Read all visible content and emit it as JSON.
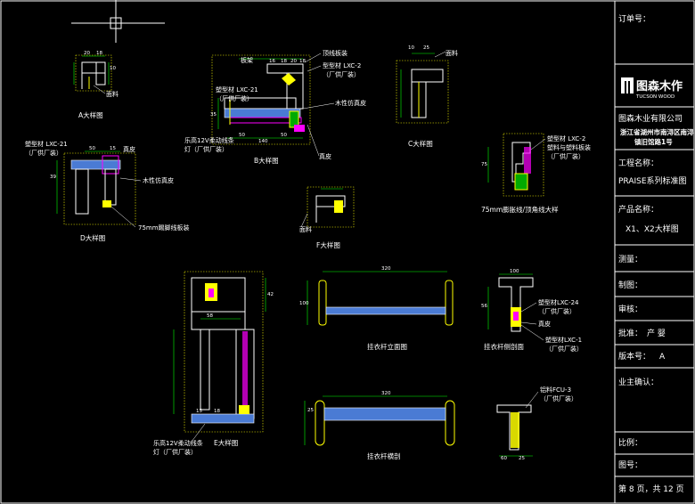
{
  "title_block": {
    "order_no_label": "订单号：",
    "logo_cn": "图森木作",
    "logo_en": "TUCSON WOOD",
    "company": "图森木业有限公司",
    "address_line1": "浙江省湖州市南浔区南浔",
    "address_line2": "镇旧馆路1号",
    "project_label": "工程名称：",
    "project_value": "PRAISE系列标准图",
    "product_label": "产品名称：",
    "product_value": "X1、X2大样图",
    "drawn_label": "测量：",
    "made_label": "制图：",
    "check_label": "审核：",
    "approve_label": "批准：",
    "approve_value": "产 婴",
    "version_label": "版本号：",
    "version_value": "A",
    "owner_label": "业主确认：",
    "scale_label": "比例：",
    "drawing_no_label": "图号：",
    "page_label": "第 8 页，共 12 页"
  },
  "captions": {
    "a": "A大样图",
    "b": "B大样图",
    "c": "C大样图",
    "d": "D大样图",
    "e": "E大样图",
    "f": "F大样图",
    "crown": "75mm膨胀线/顶角线大样",
    "rod_elev": "挂衣杆立面图",
    "rod_side": "挂衣杆侧剖面",
    "rod_plan": "挂衣杆横剖"
  },
  "notes": {
    "a_face": "面料",
    "b_strip": "顶线板装",
    "b_profile": "型型材 LXC-2",
    "b_supply": "（厂供厂装）",
    "b_veneer": "木性仿真皮",
    "b_panel": "板架",
    "b_light": "乐高12V柔动线条",
    "b_light2": "灯（厂供厂装）",
    "b_leather": "真皮",
    "b_profile2": "塑型材 LXC-21",
    "b_supply2": "（厂供厂装）",
    "c_face": "面料",
    "d_profile": "塑型材 LXC-21",
    "d_supply": "（厂供厂装）",
    "d_leather": "真皮",
    "d_veneer": "木性仿真皮",
    "d_strip": "75mm踢脚线板装",
    "f_face": "面料",
    "crown_profile": "塑型材 LXC-2",
    "crown_profile2": "塑料与塑料板装",
    "crown_supply": "（厂供厂装）",
    "e_light": "乐高12V柔动线条",
    "e_light2": "灯（厂供厂装）",
    "rod_profile": "塑型材LXC-24",
    "rod_supply": "（厂供厂装）",
    "rod_leather": "真皮",
    "rod_profile2": "塑型材LXC-1",
    "rod_supply2": "（厂供厂装）",
    "rod_profile3": "铝料FCU-3",
    "rod_supply3": "（厂供厂装）"
  },
  "dims": {
    "a1": "20",
    "a2": "18",
    "a3": "10",
    "b1": "16",
    "b2": "18",
    "b3": "20",
    "b4": "18",
    "b5": "50",
    "b6": "140",
    "b7": "50",
    "b8": "35",
    "c1": "10",
    "c2": "25",
    "d1": "50",
    "d2": "15",
    "d3": "39",
    "e1": "58",
    "e2": "42",
    "e3": "15",
    "e4": "18",
    "rod1": "320",
    "rod2": "100",
    "rod3": "320",
    "rod4": "25",
    "side1": "100",
    "side2": "56",
    "plan1": "60",
    "plan2": "25",
    "crown1": "75"
  },
  "colors": {
    "line_white": "#ffffff",
    "line_yellow": "#ffff00",
    "line_magenta": "#ff00ff",
    "line_cyan": "#00ffff",
    "line_green": "#00ff00",
    "line_red": "#ff0000",
    "line_blue": "#4a7bd4"
  }
}
